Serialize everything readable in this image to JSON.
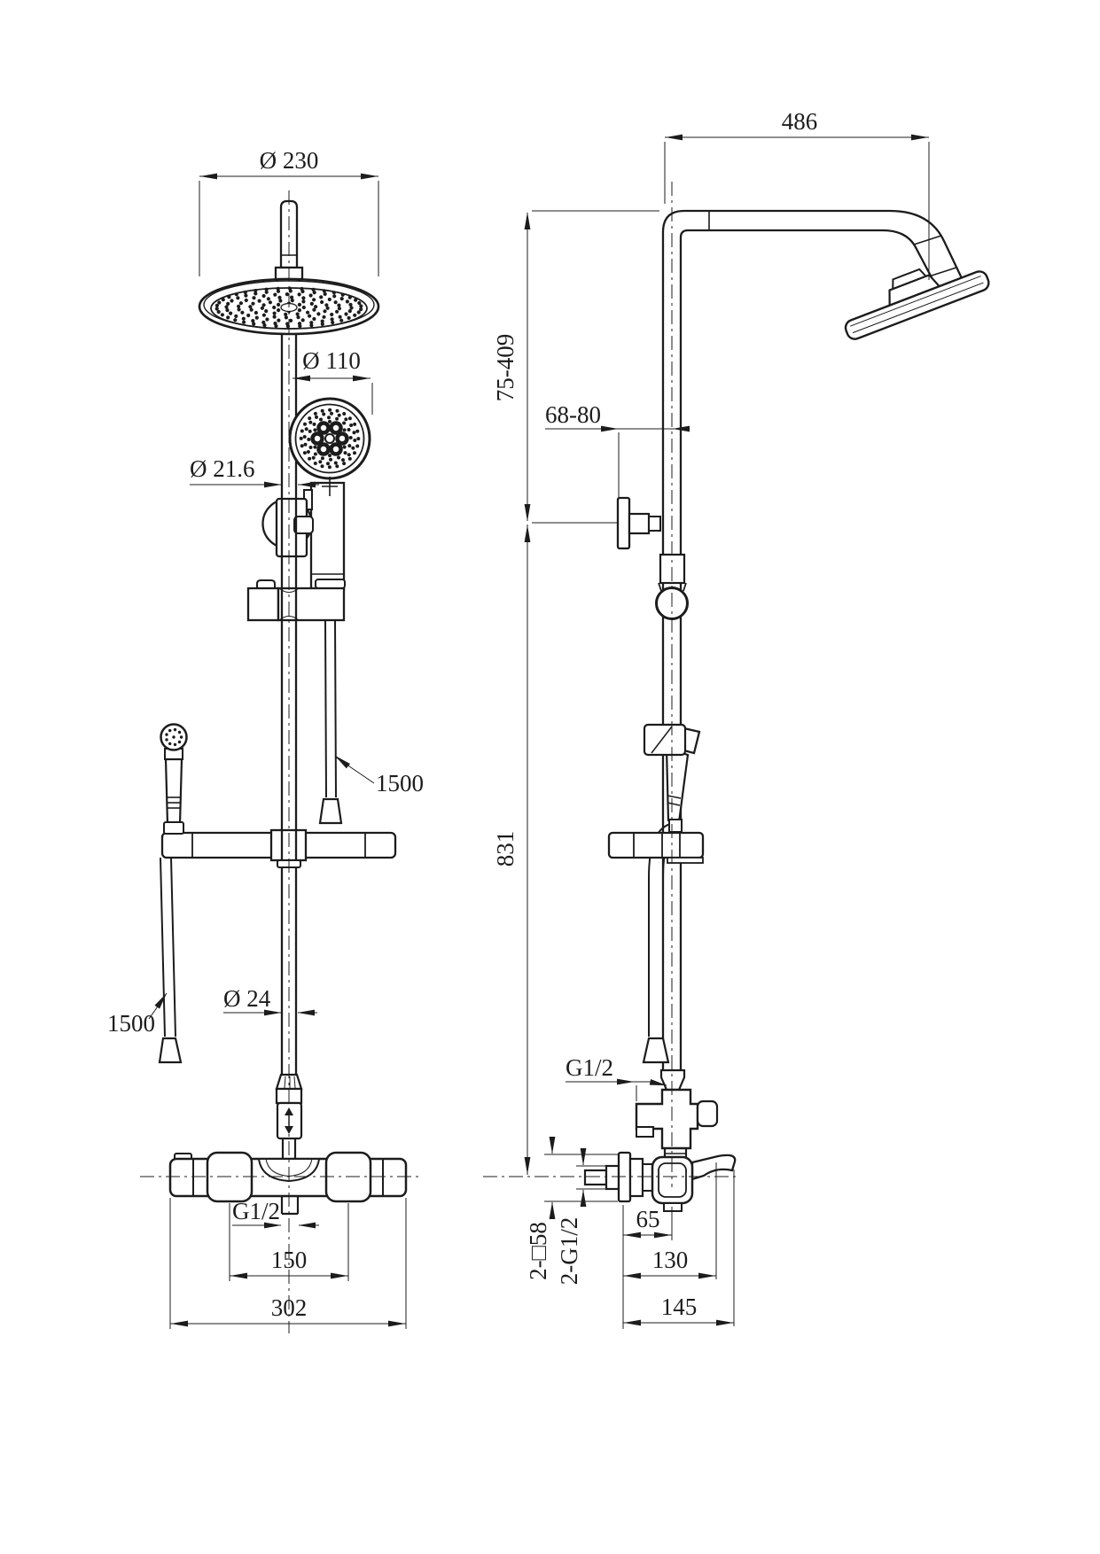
{
  "background_color": "#ffffff",
  "line_color": "#1c1c1c",
  "front_view": {
    "title": "front-view",
    "dimensions": {
      "head_diameter": "Ø 230",
      "hand_shower_diameter": "Ø 110",
      "slide_bar_diameter": "Ø 21.6",
      "shower_hose_length": "1500",
      "spray_hose_length": "1500",
      "riser_pipe_diameter": "Ø 24",
      "bottom_outlet_thread": "G1/2",
      "inlet_center_distance": "150",
      "mixer_overall_width": "302"
    }
  },
  "side_view": {
    "title": "side-view",
    "dimensions": {
      "arm_reach": "486",
      "bracket_height_range": "75-409",
      "wall_clearance_range": "68-80",
      "riser_height": "831",
      "riser_connection_thread": "G1/2",
      "escutcheons": "2-□58",
      "inlet_threads": "2-G1/2",
      "wall_to_valve_center": "65",
      "wall_to_handle": "130",
      "overall_depth": "145"
    }
  }
}
